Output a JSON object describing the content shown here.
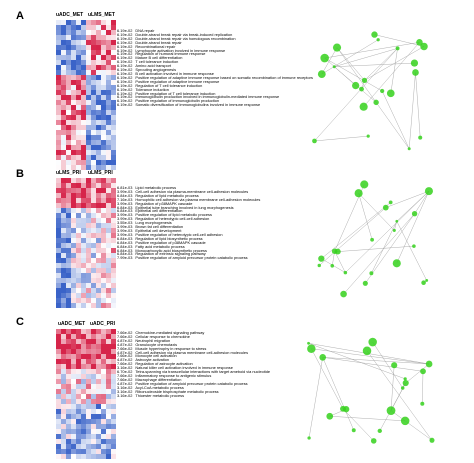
{
  "panels": [
    {
      "label": "A",
      "columns": [
        "uADC_MET",
        "uLMS_MET"
      ],
      "terms": [
        {
          "p": "6.19e-02",
          "name": "DNA repair"
        },
        {
          "p": "6.19e-02",
          "name": "Double-strand break repair via break-induced replication"
        },
        {
          "p": "6.19e-02",
          "name": "Double-strand break repair via homologous recombination"
        },
        {
          "p": "6.19e-02",
          "name": "Double-strand break repair"
        },
        {
          "p": "6.19e-02",
          "name": "Recombinational repair"
        },
        {
          "p": "6.19e-02",
          "name": "Lymphocyte activation involved in immune response"
        },
        {
          "p": "6.19e-02",
          "name": "Regulation of humoral immune response"
        },
        {
          "p": "6.19e-02",
          "name": "Mature B cell differentiation"
        },
        {
          "p": "6.19e-02",
          "name": "T cell tolerance induction"
        },
        {
          "p": "6.19e-02",
          "name": "Amino acid transport"
        },
        {
          "p": "6.19e-02",
          "name": "Sprouting angiogenesis"
        },
        {
          "p": "6.19e-02",
          "name": "B cell activation involved in immune response"
        },
        {
          "p": "6.19e-02",
          "name": "Positive regulation of adaptive immune response based on somatic recombination of immune receptors"
        },
        {
          "p": "6.19e-02",
          "name": "Positive regulation of adaptive immune response"
        },
        {
          "p": "6.19e-02",
          "name": "Regulation of T cell tolerance induction"
        },
        {
          "p": "6.19e-02",
          "name": "Tolerance induction"
        },
        {
          "p": "6.19e-02",
          "name": "Positive regulation of T cell tolerance induction"
        },
        {
          "p": "6.19e-02",
          "name": "Immunoglobulin production involved in immunoglobulin-mediated immune response"
        },
        {
          "p": "6.19e-02",
          "name": "Positive regulation of immunoglobulin production"
        },
        {
          "p": "6.19e-02",
          "name": "Somatic diversification of immunoglobulins involved in immune response"
        }
      ]
    },
    {
      "label": "B",
      "columns": [
        "uLMS_PRI",
        "uLMS_PRI"
      ],
      "terms": [
        {
          "p": "6.81e-03",
          "name": "Lipid metabolic process"
        },
        {
          "p": "3.99e-03",
          "name": "Cell-cell adhesion via plasma-membrane cell-adhesion molecules"
        },
        {
          "p": "6.84e-03",
          "name": "Regulation of lipid metabolic process"
        },
        {
          "p": "7.16e-03",
          "name": "Homophilic cell adhesion via plasma membrane cell-adhesion molecules"
        },
        {
          "p": "3.99e-03",
          "name": "Regulation of p38MAPK cascade"
        },
        {
          "p": "6.84e-03",
          "name": "Epithelial tube branching involved in lung morphogenesis"
        },
        {
          "p": "6.84e-03",
          "name": "Epithelial cell differentiation"
        },
        {
          "p": "3.99e-03",
          "name": "Positive regulation of lipid metabolic process"
        },
        {
          "p": "3.99e-03",
          "name": "Regulation of heterotypic cell-cell adhesion"
        },
        {
          "p": "3.55e-03",
          "name": "Lung morphogenesis"
        },
        {
          "p": "3.99e-03",
          "name": "Brown fat cell differentiation"
        },
        {
          "p": "3.99e-03",
          "name": "Epithelial cell development"
        },
        {
          "p": "3.99e-03",
          "name": "Positive regulation of heterotypic cell-cell adhesion"
        },
        {
          "p": "6.84e-03",
          "name": "Regulation of lipid biosynthetic process"
        },
        {
          "p": "6.84e-03",
          "name": "Positive regulation of p38MAPK cascade"
        },
        {
          "p": "6.84e-03",
          "name": "Fatty acid metabolic process"
        },
        {
          "p": "6.84e-03",
          "name": "Monocarboxylic acid biosynthetic process"
        },
        {
          "p": "6.84e-03",
          "name": "Regulation of extrinsic signaling pathway"
        },
        {
          "p": "7.99e-03",
          "name": "Positive regulation of amyloid precursor protein catabolic process"
        }
      ]
    },
    {
      "label": "C",
      "columns": [
        "uADC_MET",
        "uADC_PRI"
      ],
      "terms": [
        {
          "p": "7.66e-02",
          "name": "Chemokine-mediated signaling pathway"
        },
        {
          "p": "7.66e-02",
          "name": "Cellular response to chemokine"
        },
        {
          "p": "4.87e-02",
          "name": "Neutrophil migration"
        },
        {
          "p": "4.87e-02",
          "name": "Granulocyte chemotaxis"
        },
        {
          "p": "7.66e-02",
          "name": "Muscle hypertrophy in response to stress"
        },
        {
          "p": "4.87e-02",
          "name": "Cell-cell adhesion via plasma membrane cell-adhesion molecules"
        },
        {
          "p": "7.66e-02",
          "name": "Monocyte cell activation"
        },
        {
          "p": "4.87e-02",
          "name": "Astrocyte activation"
        },
        {
          "p": "7.66e-02",
          "name": "Regulation of astrocyte activation"
        },
        {
          "p": "3.16e-02",
          "name": "Natural killer cell activation involved in immune response"
        },
        {
          "p": "6.70e-02",
          "name": "Tetra-spanning via transcellular interactions with target ameboid via nucleotide"
        },
        {
          "p": "7.66e-02",
          "name": "Inflammatory response to antigenic stimulus"
        },
        {
          "p": "7.66e-02",
          "name": "Macrophage differentiation"
        },
        {
          "p": "4.87e-02",
          "name": "Positive regulation of amyloid precursor protein catabolic process"
        },
        {
          "p": "3.16e-02",
          "name": "Acyl-CoA metabolic process"
        },
        {
          "p": "3.16e-02",
          "name": "Ribonucleoside bisphosphate metabolic process"
        },
        {
          "p": "3.16e-02",
          "name": "Thioester metabolic process"
        }
      ]
    }
  ],
  "colors": {
    "red": "#d6244a",
    "blue": "#3a63c8",
    "white": "#ffffff",
    "node": "#35d11c"
  }
}
